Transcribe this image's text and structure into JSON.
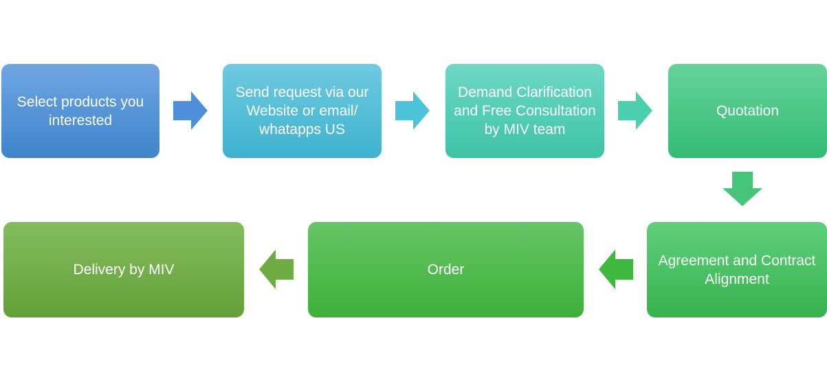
{
  "steps": [
    {
      "label": "Select products you interested",
      "color": "#4f90d6"
    },
    {
      "label": "Send request via our Website or email/ whatapps US",
      "color": "#4dbdd6"
    },
    {
      "label": "Demand Clarification and Free Consultation by MIV team",
      "color": "#4dccb3"
    },
    {
      "label": "Quotation",
      "color": "#45c586"
    },
    {
      "label": "Agreement and Contract Alignment",
      "color": "#47c064"
    },
    {
      "label": "Order",
      "color": "#4cba48"
    },
    {
      "label": "Delivery by MIV",
      "color": "#70ab48"
    }
  ],
  "arrows": [
    {
      "from": 1,
      "to": 2,
      "direction": "right",
      "color": "#4d8fd8"
    },
    {
      "from": 2,
      "to": 3,
      "direction": "right",
      "color": "#4cc3d8"
    },
    {
      "from": 3,
      "to": 4,
      "direction": "right",
      "color": "#4ccfae"
    },
    {
      "from": 4,
      "to": 5,
      "direction": "down",
      "color": "#45c47a"
    },
    {
      "from": 5,
      "to": 6,
      "direction": "left",
      "color": "#3fb840"
    },
    {
      "from": 6,
      "to": 7,
      "direction": "left",
      "color": "#6ead44"
    }
  ]
}
